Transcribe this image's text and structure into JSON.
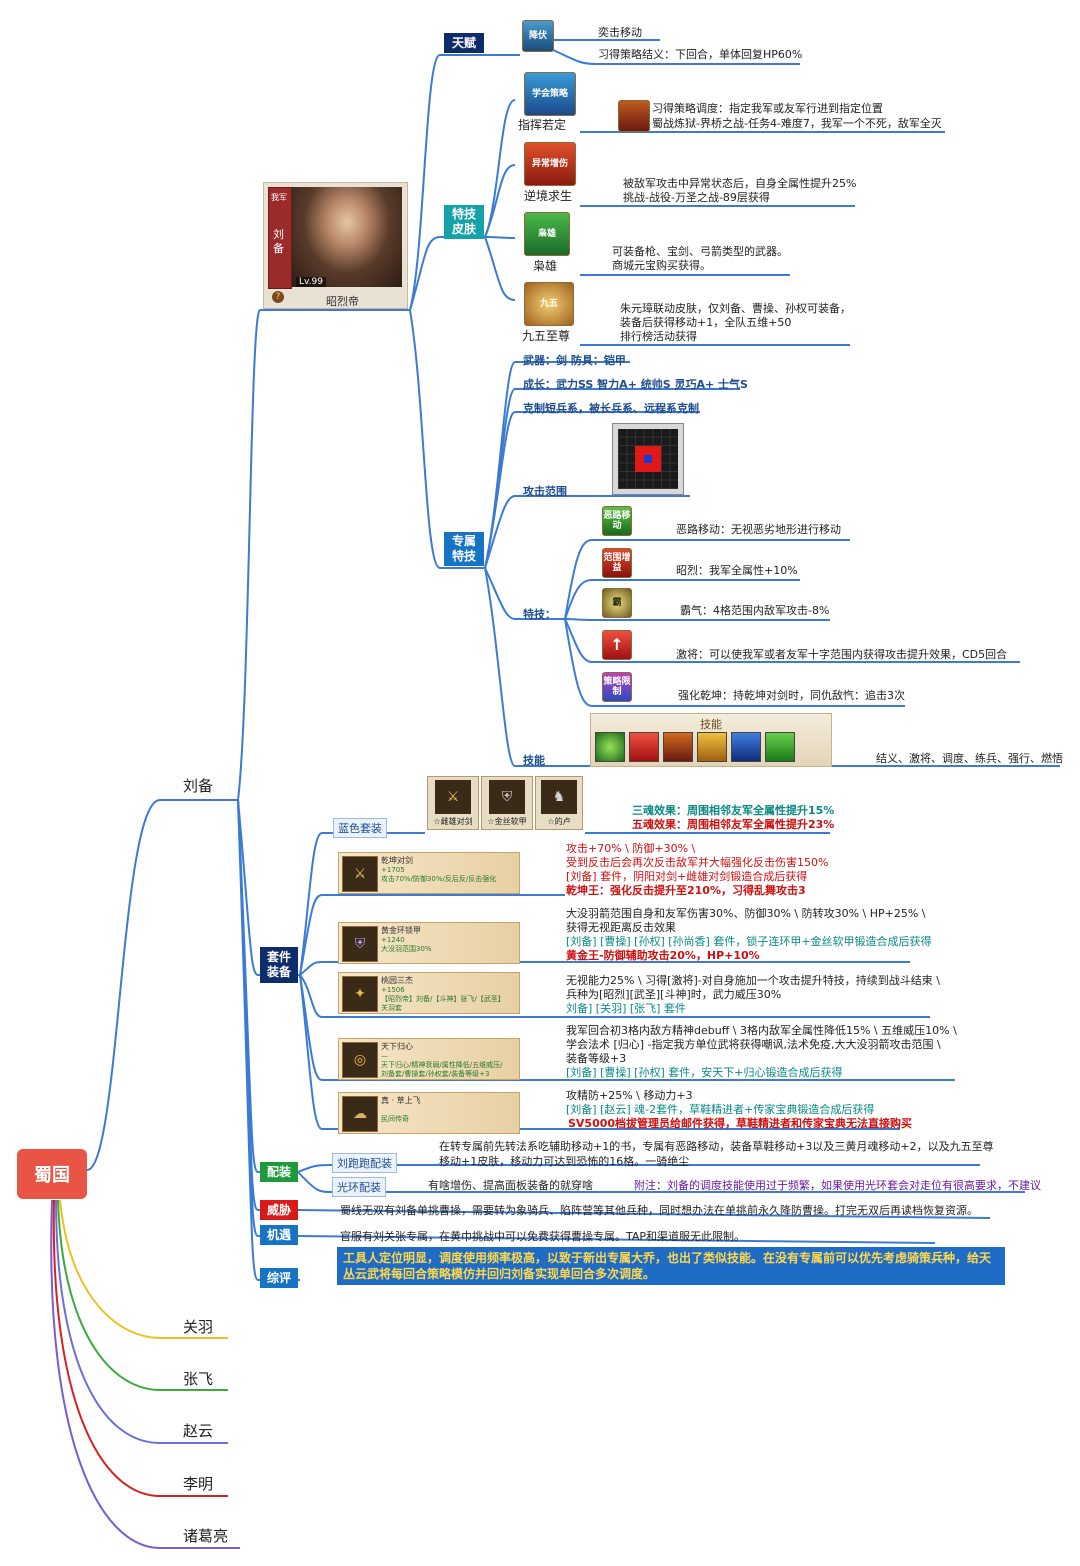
{
  "root": "蜀国",
  "heroes": [
    "刘备",
    "关羽",
    "张飞",
    "赵云",
    "李明",
    "诸葛亮"
  ],
  "portrait": {
    "role": "我军",
    "name": "刘备",
    "level": "Lv.99",
    "title": "昭烈帝"
  },
  "tags": {
    "talent": "天赋",
    "skin": "特技\n皮肤",
    "exclusive": "专属\n特技",
    "suit": "套件\n装备",
    "config": "配装",
    "threat": "威胁",
    "chance": "机遇",
    "review": "综评"
  },
  "talent": {
    "icon": "降伏",
    "lines": [
      "奕击移动",
      "习得策略结义：下回合，单体回复HP60%"
    ]
  },
  "skins": [
    {
      "name": "指挥若定",
      "icon": "学会策略",
      "desc": [
        "习得策略调度：指定我军或友军行进到指定位置",
        "蜀战炼狱-界桥之战-任务4-难度7，我军一个不死，敌军全灭"
      ]
    },
    {
      "name": "逆境求生",
      "icon": "异常增伤",
      "desc": [
        "被敌军攻击中异常状态后，自身全属性提升25%",
        "挑战-战役-万圣之战-89层获得"
      ]
    },
    {
      "name": "枭雄",
      "icon": "枭雄",
      "desc": [
        "可装备枪、宝剑、弓箭类型的武器。",
        "商城元宝购买获得。"
      ]
    },
    {
      "name": "九五至尊",
      "icon": "九五",
      "desc": [
        "朱元璋联动皮肤，仅刘备、曹操、孙权可装备，",
        "装备后获得移动+1，全队五维+50",
        "排行榜活动获得"
      ]
    }
  ],
  "stats": {
    "weapon": "武器：剑  防具：铠甲",
    "growth": "成长：武力SS 智力A+ 统帅S 灵巧A+ 士气S",
    "counter": "克制短兵系，被长兵系、远程系克制",
    "range": "攻击范围",
    "specials_label": "特技：",
    "skills_label": "技能"
  },
  "specials": [
    {
      "icon": "恶路移动",
      "text": "恶路移动：无视恶劣地形进行移动"
    },
    {
      "icon": "范围增益",
      "text": "昭烈：我军全属性+10%"
    },
    {
      "icon": "霸",
      "text": "霸气：4格范围内敌军攻击-8%"
    },
    {
      "icon": "↑",
      "text": "激将：可以使我军或者友军十字范围内获得攻击提升效果，CD5回合"
    },
    {
      "icon": "策略限制",
      "text": "强化乾坤：持乾坤对剑时，同仇敌忾：追击3次"
    }
  ],
  "skillbar": {
    "title": "技能",
    "list": "结义、激将、调度、练兵、强行、燃悟"
  },
  "blue_set": {
    "label": "蓝色套装",
    "items": [
      "☆雌雄对剑",
      "☆金丝软甲",
      "☆的卢"
    ],
    "effects": [
      "三魂效果：周围相邻友军全属性提升15%",
      "五魂效果：周围相邻友军全属性提升23%"
    ]
  },
  "equips": [
    {
      "name": "乾坤对剑",
      "stat": "+1705\n攻击70%/防御30%/反后反/反击强化",
      "lines": [
        [
          "red",
          "攻击+70% \\ 防御+30% \\"
        ],
        [
          "red",
          "受到反击后会再次反击敌军并大幅强化反击伤害150%"
        ],
        [
          "red",
          "[刘备] 套件，阴阳对剑+雌雄对剑锻造合成后获得"
        ],
        [
          "red",
          "乾坤王：强化反击提升至210%，习得乱舞攻击3"
        ]
      ]
    },
    {
      "name": "黄金环锁甲",
      "stat": "+1240\n大没羽范围30%",
      "lines": [
        [
          "black",
          "大没羽箭范围自身和友军伤害30%、防御30% \\ 防转攻30% \\ HP+25% \\"
        ],
        [
          "black",
          "获得无视距离反击效果"
        ],
        [
          "teal",
          "[刘备] [曹操] [孙权] [孙尚香] 套件，锁子连环甲+金丝软甲锻造合成后获得"
        ],
        [
          "red",
          "黄金王-防御辅助攻击20%，HP+10%"
        ]
      ]
    },
    {
      "name": "桃园三杰",
      "stat": "+1506\n【昭烈帝】刘备/【斗神】张飞/【武圣】\n关羽套",
      "lines": [
        [
          "black",
          "无视能力25% \\ 习得[激将]-对自身施加一个攻击提升特技，持续到战斗结束 \\"
        ],
        [
          "black",
          "兵种为[昭烈][武圣][斗神]时，武力威压30%"
        ],
        [
          "teal",
          "刘备] [关羽] [张飞] 套件"
        ]
      ]
    },
    {
      "name": "天下归心",
      "stat": "—\n天下归心/精神衰弱/属性降低/五维威压/\n刘备套/曹操套/孙权套/装备等级+3",
      "lines": [
        [
          "black",
          "我军回合初3格内敌方精神debuff \\ 3格内敌军全属性降低15% \\ 五维威压10% \\"
        ],
        [
          "black",
          "学会法术 [归心] -指定我方单位武将获得嘲讽,法术免疫,大大没羽箭攻击范围 \\"
        ],
        [
          "black",
          "装备等级+3"
        ],
        [
          "teal",
          "[刘备] [曹操] [孙权] 套件，安天下+归心锻造合成后获得"
        ]
      ]
    },
    {
      "name": "真 · 草上飞",
      "stat": "\n民间传奇",
      "lines": [
        [
          "black",
          "攻精防+25% \\ 移动力+3"
        ],
        [
          "teal",
          "[刘备] [赵云] 魂-2套件，草鞋精进者+传家宝典锻造合成后获得"
        ],
        [
          "red",
          "SV5000档拔管理员给邮件获得，草鞋精进者和传家宝典无法直接购买"
        ]
      ]
    }
  ],
  "config": {
    "a_label": "刘跑跑配装",
    "a_text1": "在转专属前先转法系吃辅助移动+1的书，专属有恶路移动，装备草鞋移动+3以及三黄月魂移动+2，以及九五至尊",
    "a_text2": "移动+1皮肤，移动力可达到恐怖的16格。一骑绝尘",
    "b_label": "光环配装",
    "b_text": "有啥增伤、提高面板装备的就穿啥",
    "b_note": "附注：刘备的调度技能使用过于频繁，如果使用光环套会对走位有很高要求，不建议"
  },
  "threat": "蜀线无双有刘备单挑曹操，需要转为象骑兵、陷阵营等其他兵种，同时想办法在单挑前永久降防曹操。打完无双后再读档恢复资源。",
  "chance": "官服有刘关张专属，在黄巾挑战中可以免费获得曹操专属。TAP和渠道服无此限制。",
  "review": "工具人定位明显，调度使用频率极高，以致于新出专属大乔，也出了类似技能。在没有专属前可以优先考虑骑策兵种，给天丛云武将每回合策略模仿并回归刘备实现单回合多次调度。",
  "colors": {
    "navy": "#0d2c6a",
    "teal": "#13a3a8",
    "blue": "#1773c4",
    "green": "#1f9a3a",
    "red": "#d81a1a",
    "root": "#e85545"
  }
}
